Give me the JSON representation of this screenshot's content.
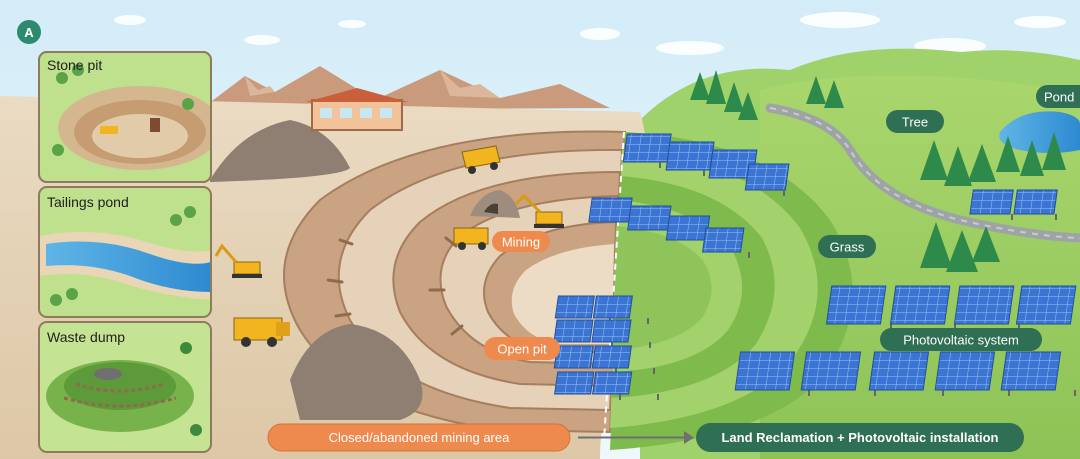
{
  "panel_badge": "A",
  "insets": {
    "stone_pit": "Stone pit",
    "tailings_pond": "Tailings pond",
    "waste_dump": "Waste dump"
  },
  "labels": {
    "mining": "Mining",
    "open_pit": "Open pit",
    "tree": "Tree",
    "pond": "Pond",
    "grass": "Grass",
    "photovoltaic_system": "Photovoltaic system"
  },
  "footer": {
    "left": "Closed/abandoned mining area",
    "right": "Land Reclamation + Photovoltaic installation"
  },
  "colors": {
    "orange": "#ee8a4e",
    "green_label": "#2f6f53",
    "dirt": "#e5d2b6",
    "grass": "#93c85a",
    "panel": "#3c74d4"
  }
}
